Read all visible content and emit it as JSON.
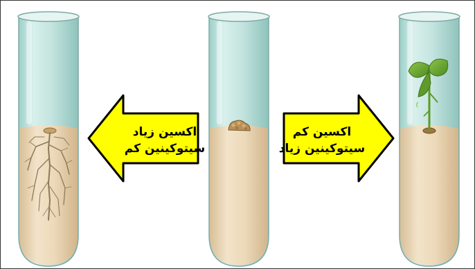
{
  "panels": [
    {
      "content": "root-callus"
    },
    {
      "content": "undifferentiated-callus"
    },
    {
      "content": "shoot-callus"
    }
  ],
  "arrows": {
    "left": {
      "direction": "left",
      "line1": "اکسین زیاد",
      "line2": "سیتوکینین کم"
    },
    "right": {
      "direction": "right",
      "line1": "اکسین کم",
      "line2": "سیتوکینین زیاد"
    }
  },
  "colors": {
    "arrow_fill": "#ffff00",
    "arrow_stroke": "#000000",
    "medium": "#ead7b8",
    "glass": "#bfe0dc",
    "leaf": "#6faa35",
    "root": "#8a7a5a"
  }
}
